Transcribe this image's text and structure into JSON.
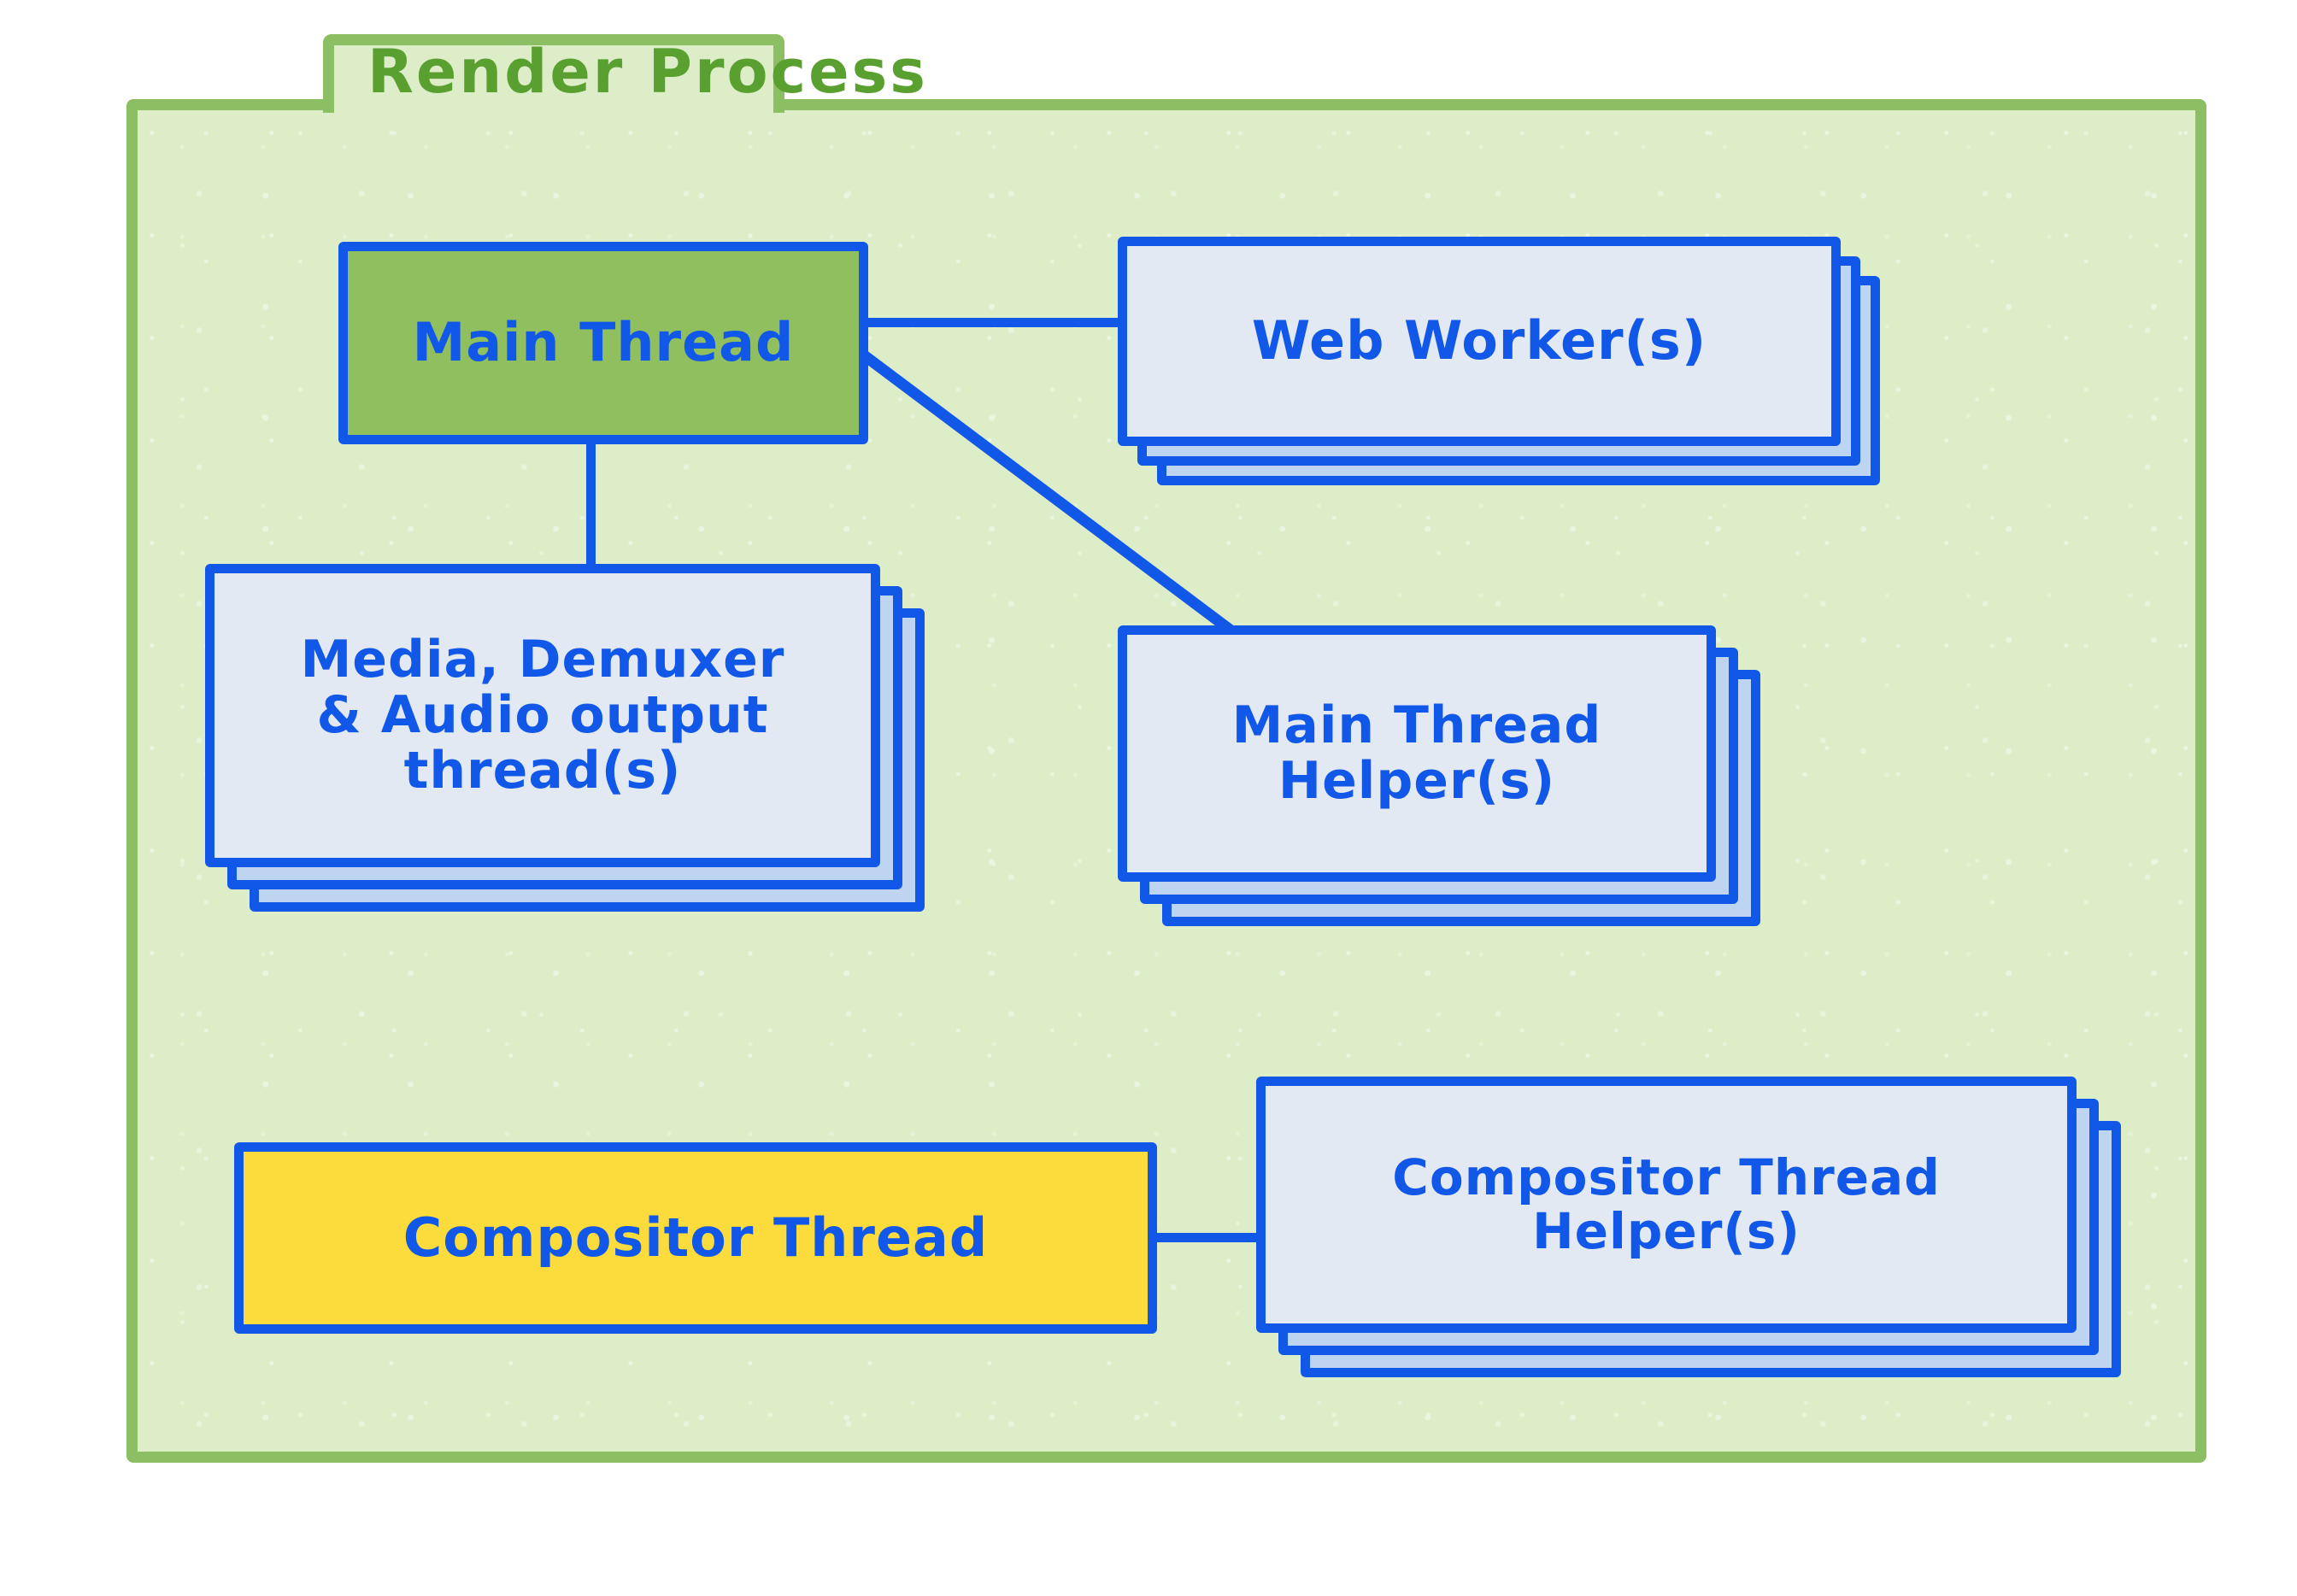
{
  "diagram": {
    "title": "Render Process",
    "colors": {
      "panel_fill": "#dcedc8",
      "panel_border": "#8cbf63",
      "title_text": "#5aa031",
      "node_stroke": "#1258e8",
      "node_fill": "#e3e9f2",
      "node_shadow_fill": "#bdd5f0",
      "main_thread_fill": "#90bf5f",
      "compositor_fill": "#fcdb3d"
    },
    "nodes": [
      {
        "id": "main-thread",
        "label": "Main Thread",
        "stacked": false,
        "fill": "#90bf5f"
      },
      {
        "id": "web-worker",
        "label": "Web Worker(s)",
        "stacked": true,
        "stack_count": 3,
        "fill": "#e3e9f2"
      },
      {
        "id": "media-threads",
        "label": "Media, Demuxer\n& Audio output\nthread(s)",
        "stacked": true,
        "stack_count": 3,
        "fill": "#e3e9f2"
      },
      {
        "id": "mt-helper",
        "label": "Main Thread\nHelper(s)",
        "stacked": true,
        "stack_count": 3,
        "fill": "#e3e9f2"
      },
      {
        "id": "compositor",
        "label": "Compositor Thread",
        "stacked": false,
        "fill": "#fcdb3d"
      },
      {
        "id": "ct-helper",
        "label": "Compositor Thread\nHelper(s)",
        "stacked": true,
        "stack_count": 3,
        "fill": "#e3e9f2"
      }
    ],
    "connections": [
      {
        "from": "main-thread",
        "to": "web-worker",
        "kind": "horizontal"
      },
      {
        "from": "main-thread",
        "to": "media-threads",
        "kind": "vertical"
      },
      {
        "from": "main-thread",
        "to": "mt-helper",
        "kind": "diagonal"
      },
      {
        "from": "compositor",
        "to": "ct-helper",
        "kind": "horizontal"
      }
    ]
  }
}
